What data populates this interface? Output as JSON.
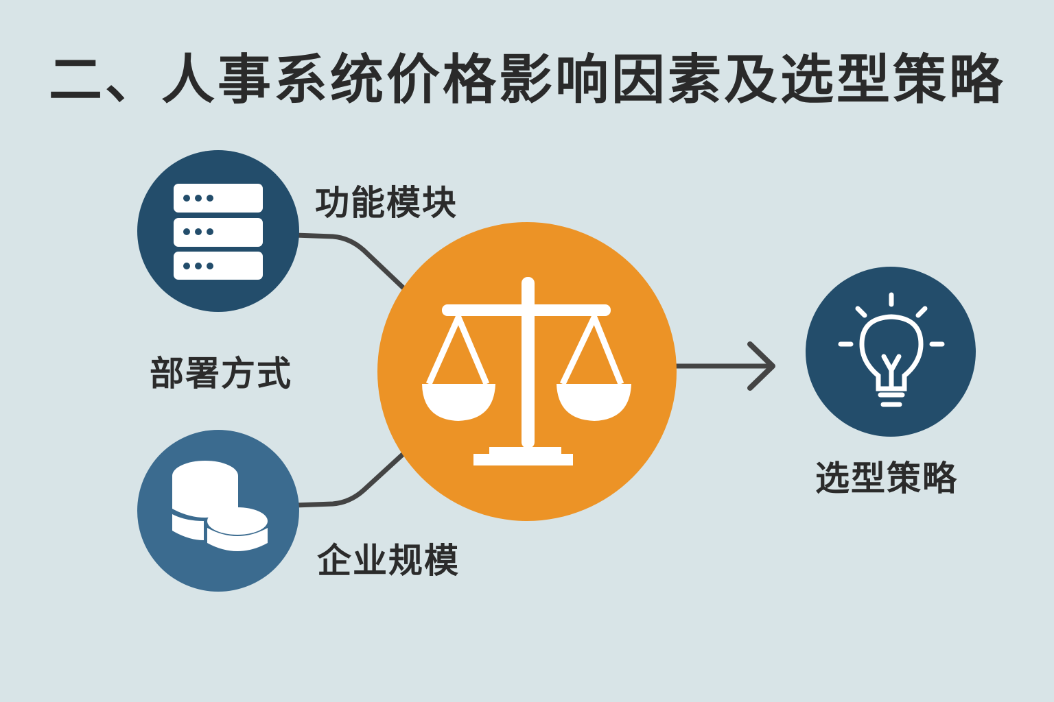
{
  "title": "二、人事系统价格影响因素及选型策略",
  "colors": {
    "background": "#d8e4e7",
    "dark_blue": "#234d6b",
    "mid_blue": "#3b6b8f",
    "orange": "#ec9326",
    "connector": "#444444",
    "text": "#2b2b2b"
  },
  "factors": [
    {
      "label": "功能模块",
      "icon": "server-stack-icon"
    },
    {
      "label": "部署方式",
      "icon": "none"
    },
    {
      "label": "企业规模",
      "icon": "coins-stack-icon"
    }
  ],
  "center": {
    "icon": "balance-scale-icon"
  },
  "result": {
    "label": "选型策略",
    "icon": "lightbulb-icon"
  }
}
